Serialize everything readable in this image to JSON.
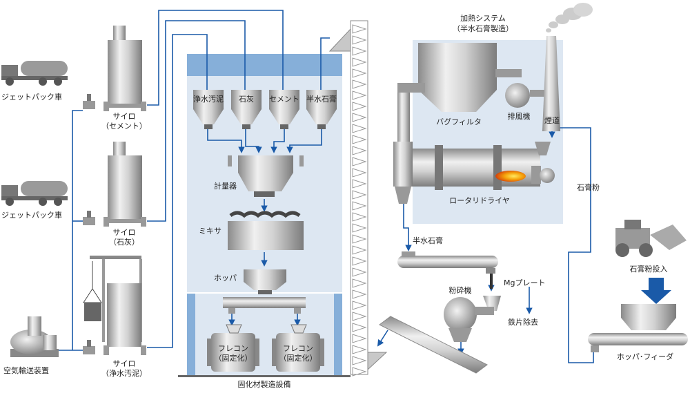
{
  "labels": {
    "jet_truck_1": "ジェットパック車",
    "jet_truck_2": "ジェットパック車",
    "air_transport": "空気輸送装置",
    "silo_cement_1": "サイロ",
    "silo_cement_2": "（セメント）",
    "silo_lime_1": "サイロ",
    "silo_lime_2": "（石灰）",
    "silo_sludge_1": "サイロ",
    "silo_sludge_2": "（浄水汚泥）",
    "hopper_sludge": "浄水汚泥",
    "hopper_lime": "石灰",
    "hopper_cement": "セメント",
    "hopper_gypsum": "半水石膏",
    "weigher": "計量器",
    "mixer": "ミキサ",
    "hopper": "ホッパ",
    "flecon_1a": "フレコン",
    "flecon_1b": "（固定化）",
    "flecon_2a": "フレコン",
    "flecon_2b": "（固定化）",
    "facility": "固化材製造設備",
    "heating_1": "加熱システム",
    "heating_2": "（半水石膏製造）",
    "bag_filter": "バグフィルタ",
    "exhaust_fan": "排風機",
    "chimney": "煙道",
    "rotary_dryer": "ロータリドライヤ",
    "gypsum_powder": "石膏粉",
    "hemihydrate": "半水石膏",
    "mg_plate": "Mgプレート",
    "iron_removal": "鉄片除去",
    "crusher": "粉砕機",
    "gypsum_input": "石膏粉投入",
    "hopper_feeder": "ホッパ･フィーダ"
  },
  "colors": {
    "flow_line": "#1a5aa8",
    "panel_bg": "#dde7f2",
    "panel_top": "#86afd9",
    "metal_dark": "#8e8e8e",
    "metal_light": "#e8e8e8",
    "flame": "#f5a20a"
  },
  "icons": {
    "truck": "tanker-truck-icon",
    "loader": "wheel-loader-icon",
    "smoke": "smoke-cloud-icon",
    "down_arrow": "down-arrow-icon"
  }
}
